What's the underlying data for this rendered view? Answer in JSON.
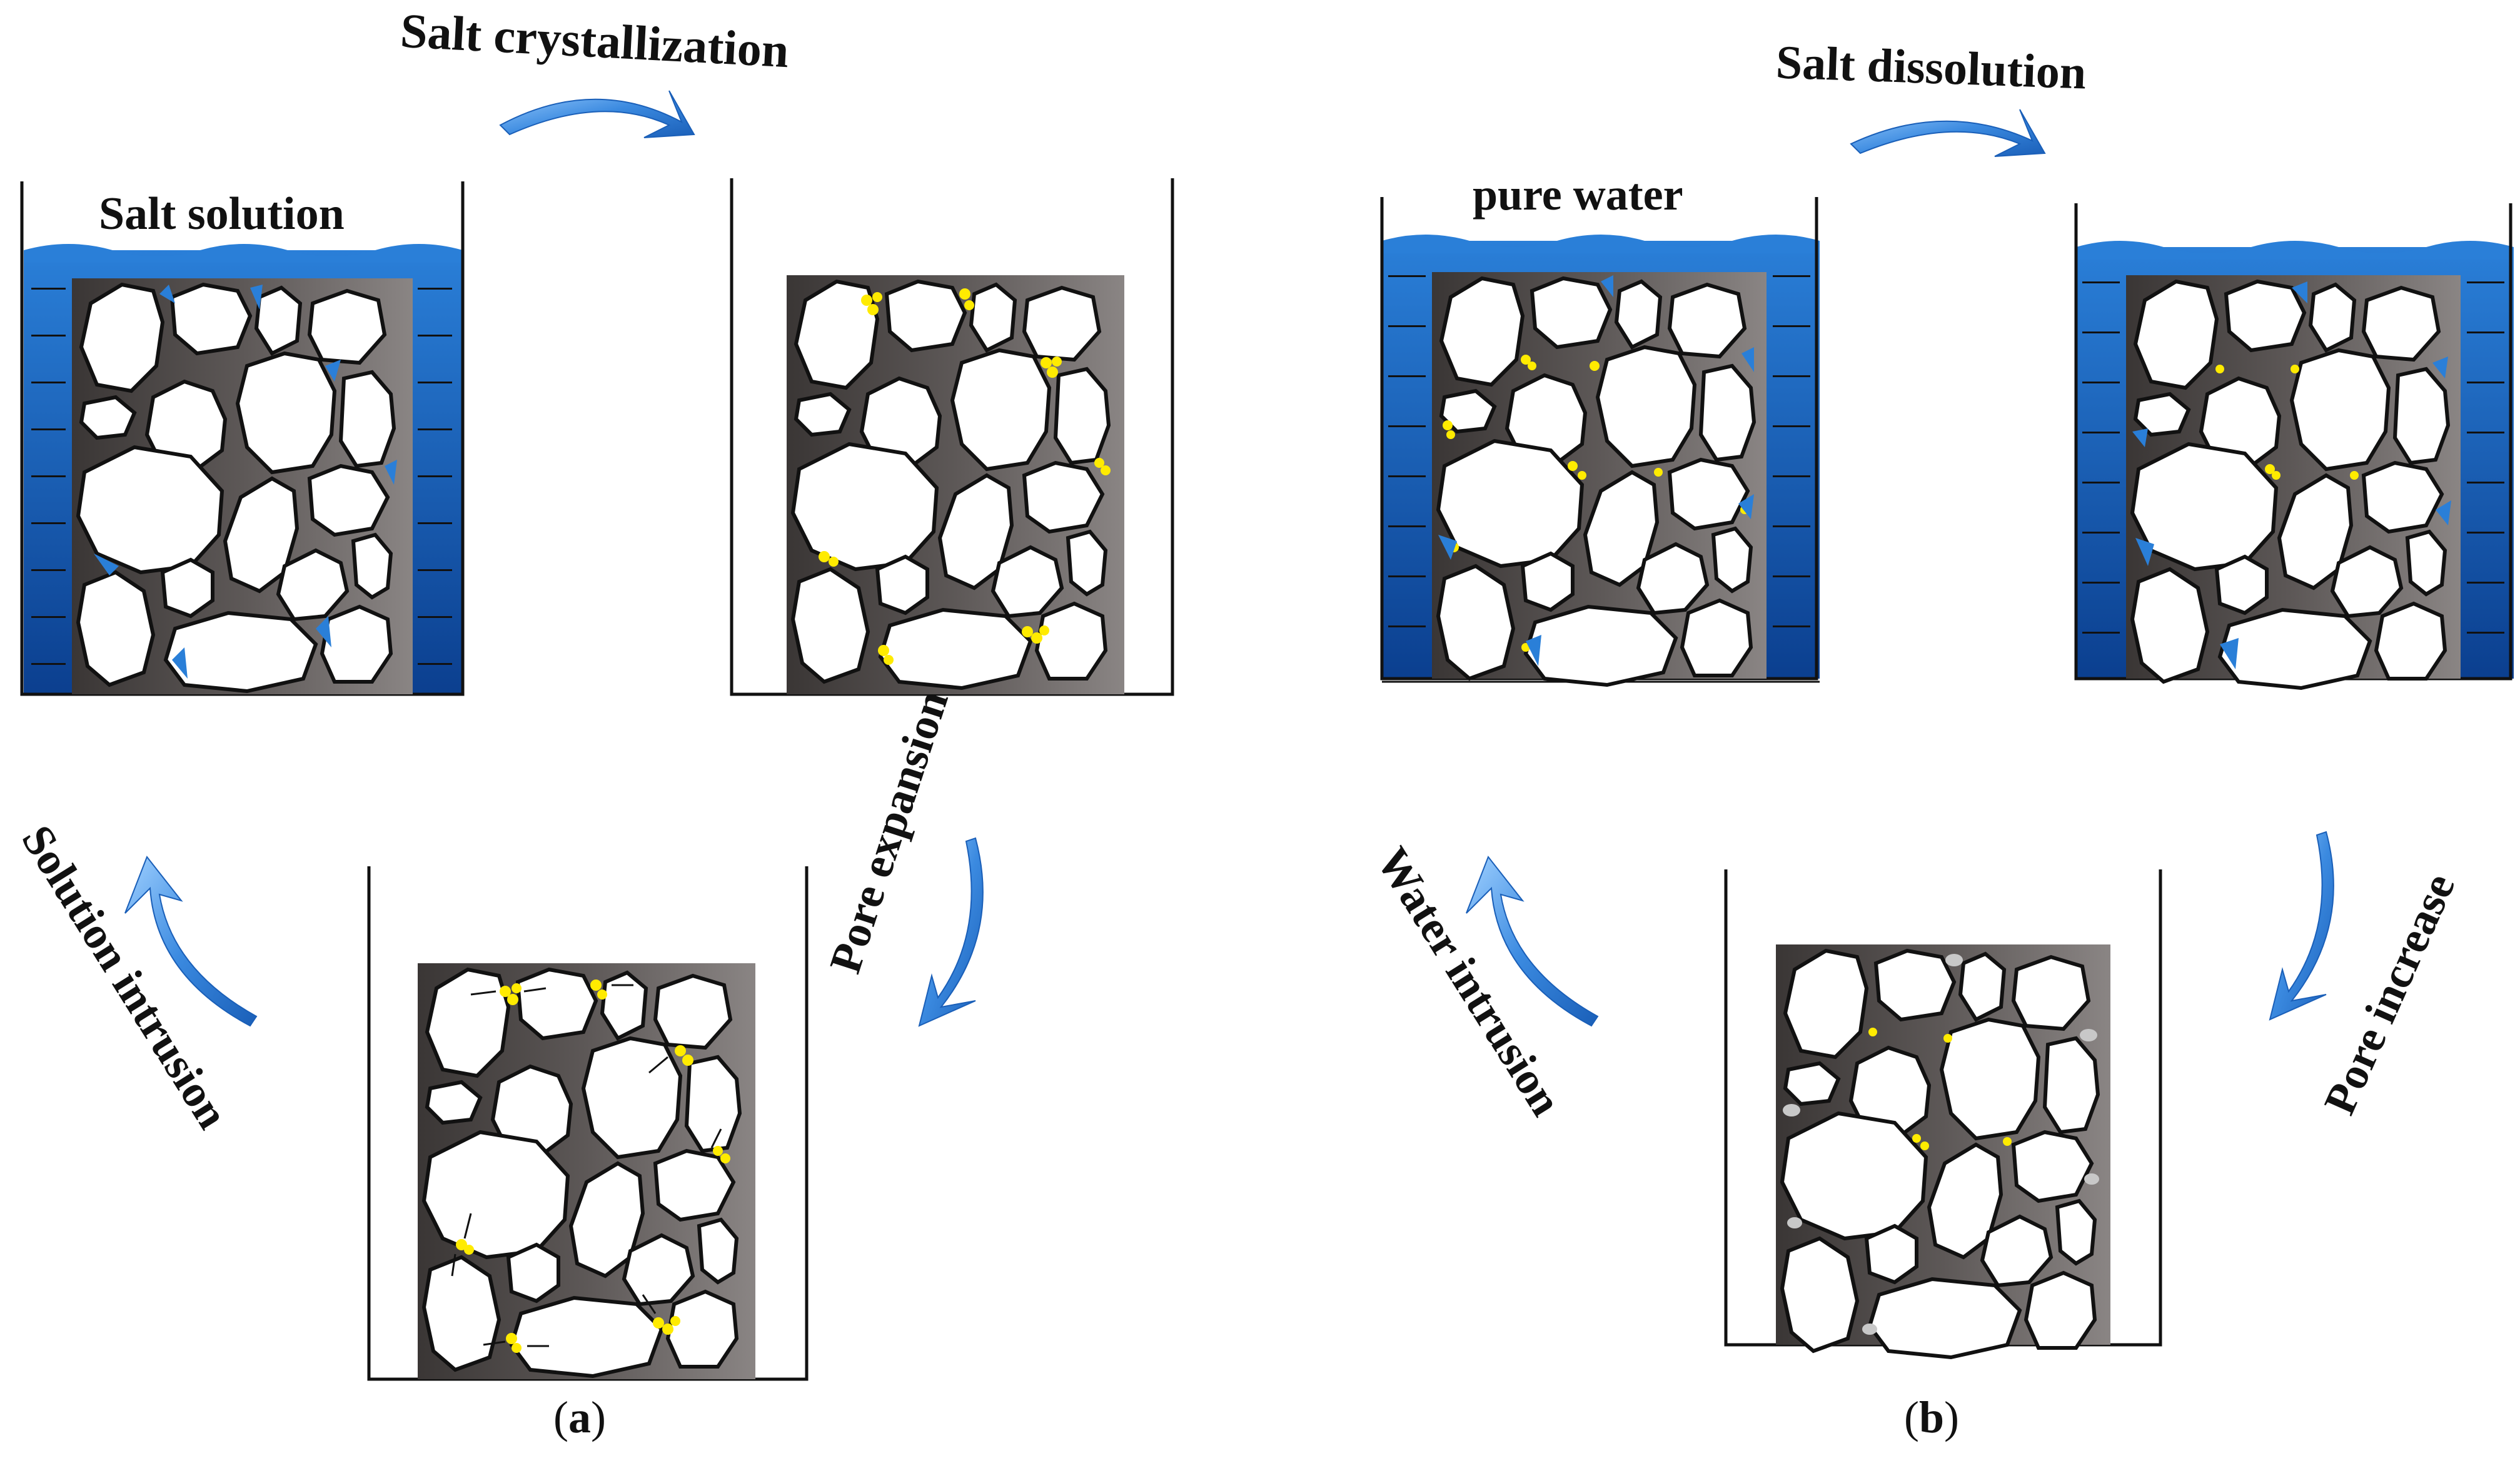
{
  "panel_a": {
    "caption_open": "(",
    "caption_letter": "a",
    "caption_close": ")",
    "arrow_top_label": "Salt crystallization",
    "arrow_right_label": "Pore expansion",
    "arrow_left_label": "Solution intrusion",
    "container_label": "Salt solution"
  },
  "panel_b": {
    "caption_open": "(",
    "caption_letter": "b",
    "caption_close": ")",
    "arrow_top_label": "Salt dissolution",
    "arrow_right_label": "Pore increase",
    "arrow_left_label": "Water intrusion",
    "container_label": "pure water"
  },
  "colors": {
    "water": "#1565c0",
    "water_light": "#3f8fe6",
    "rock": "#5a5553",
    "rock_dark": "#2f2c2b",
    "grain": "#ffffff",
    "salt": "#ffeb00",
    "arrow": "#2f7fd6",
    "dissolved_salt": "#c8c8c8"
  }
}
